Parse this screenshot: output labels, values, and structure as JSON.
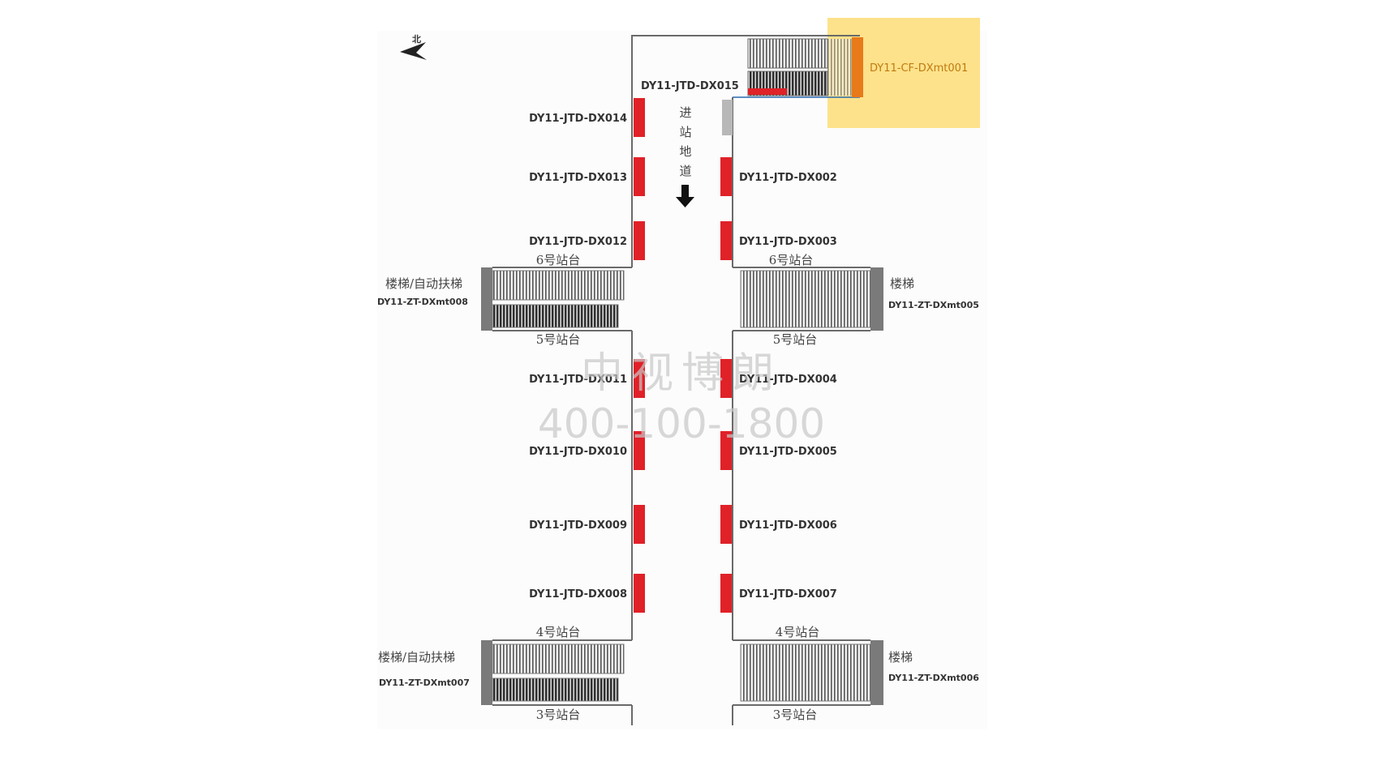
{
  "compass": {
    "label": "北"
  },
  "corridor": {
    "label": [
      "进",
      "站",
      "地",
      "道"
    ]
  },
  "highlight": {
    "label": "DY11-CF-DXmt001",
    "color": "#fde28b"
  },
  "top_panel": {
    "label": "DY11-JTD-DX015"
  },
  "left_panels": [
    "DY11-JTD-DX014",
    "DY11-JTD-DX013",
    "DY11-JTD-DX012",
    "DY11-JTD-DX011",
    "DY11-JTD-DX010",
    "DY11-JTD-DX009",
    "DY11-JTD-DX008"
  ],
  "right_panels": [
    "DY11-JTD-DX002",
    "DY11-JTD-DX003",
    "DY11-JTD-DX004",
    "DY11-JTD-DX005",
    "DY11-JTD-DX006",
    "DY11-JTD-DX007"
  ],
  "platforms": {
    "p6_left": "6号站台",
    "p6_right": "6号站台",
    "p5_left": "5号站台",
    "p5_right": "5号站台",
    "p4_left": "4号站台",
    "p4_right": "4号站台",
    "p3_left": "3号站台",
    "p3_right": "3号站台"
  },
  "stairs": {
    "upper_left_type": "楼梯/自动扶梯",
    "upper_left_code": "DY11-ZT-DXmt008",
    "upper_right_type": "楼梯",
    "upper_right_code": "DY11-ZT-DXmt005",
    "lower_left_type": "楼梯/自动扶梯",
    "lower_left_code": "DY11-ZT-DXmt007",
    "lower_right_type": "楼梯",
    "lower_right_code": "DY11-ZT-DXmt006"
  },
  "watermark": {
    "name": "中视博朗",
    "phone": "400-100-1800"
  },
  "colors": {
    "panel": "#e02128",
    "stair_end": "#7a7a7a",
    "accent_orange": "#e87a1a"
  }
}
